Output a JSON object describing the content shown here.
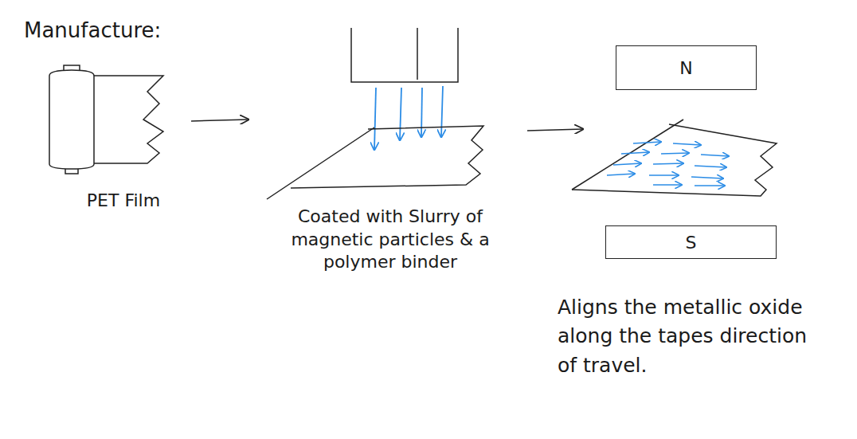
{
  "diagram": {
    "title": "Manufacture:",
    "nodes": [
      {
        "text": [
          "N"
        ]
      },
      {
        "text": [
          "S"
        ]
      }
    ],
    "labels": [
      "PET Film",
      "Coated with Slurry of magnetic particles & a polymer binder",
      "Aligns the metallic oxide along the tapes direction of travel."
    ]
  }
}
